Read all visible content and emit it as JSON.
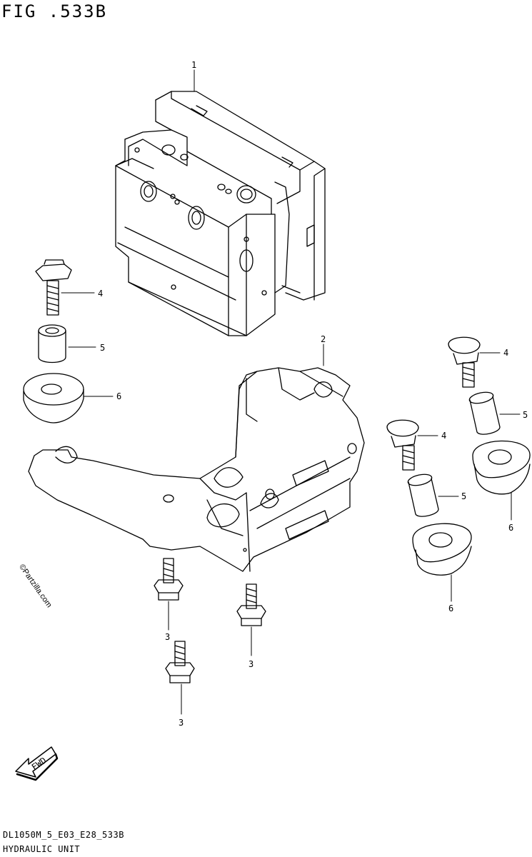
{
  "figure": {
    "title": "FIG .533B",
    "model_code": "DL1050M_5_E03_E28_533B",
    "section_name": "HYDRAULIC UNIT",
    "watermark": "©Partzilla.com",
    "fwd_label": "FWD"
  },
  "callouts": {
    "part1": "1",
    "part2": "2",
    "part3_a": "3",
    "part3_b": "3",
    "part3_c": "3",
    "part4_a": "4",
    "part4_b": "4",
    "part4_c": "4",
    "part5_a": "5",
    "part5_b": "5",
    "part5_c": "5",
    "part6_a": "6",
    "part6_b": "6",
    "part6_c": "6"
  }
}
